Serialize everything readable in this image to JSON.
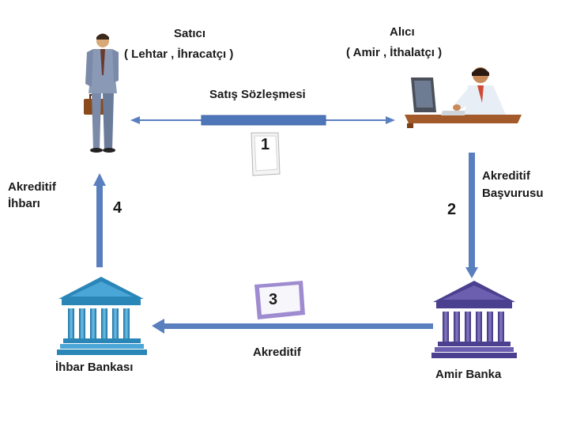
{
  "seller": {
    "title": "Satıcı",
    "subtitle": "( Lehtar , İhracatçı )"
  },
  "buyer": {
    "title": "Alıcı",
    "subtitle": "( Amir , İthalatçı )"
  },
  "contract_label": "Satış Sözleşmesi",
  "application": {
    "line1": "Akreditif",
    "line2": "Başvurusu"
  },
  "notice": {
    "line1": "Akreditif",
    "line2": "İhbarı"
  },
  "credit_label": "Akreditif",
  "advising_bank_label": "İhbar Bankası",
  "issuing_bank_label": "Amir Banka",
  "steps": {
    "one": "1",
    "two": "2",
    "three": "3",
    "four": "4"
  },
  "colors": {
    "arrow": "#5a7fbf",
    "arrow_dark": "#3f66a8",
    "advising_bank": "#2b86b8",
    "issuing_bank": "#4b3f8f",
    "document_frame": "#9f8bd0"
  },
  "icons": {
    "seller": "businessman-with-briefcase-icon",
    "buyer": "person-at-computer-icon",
    "advising_bank": "bank-building-icon",
    "issuing_bank": "bank-building-icon",
    "contract": "document-icon",
    "credit_document": "document-icon"
  }
}
